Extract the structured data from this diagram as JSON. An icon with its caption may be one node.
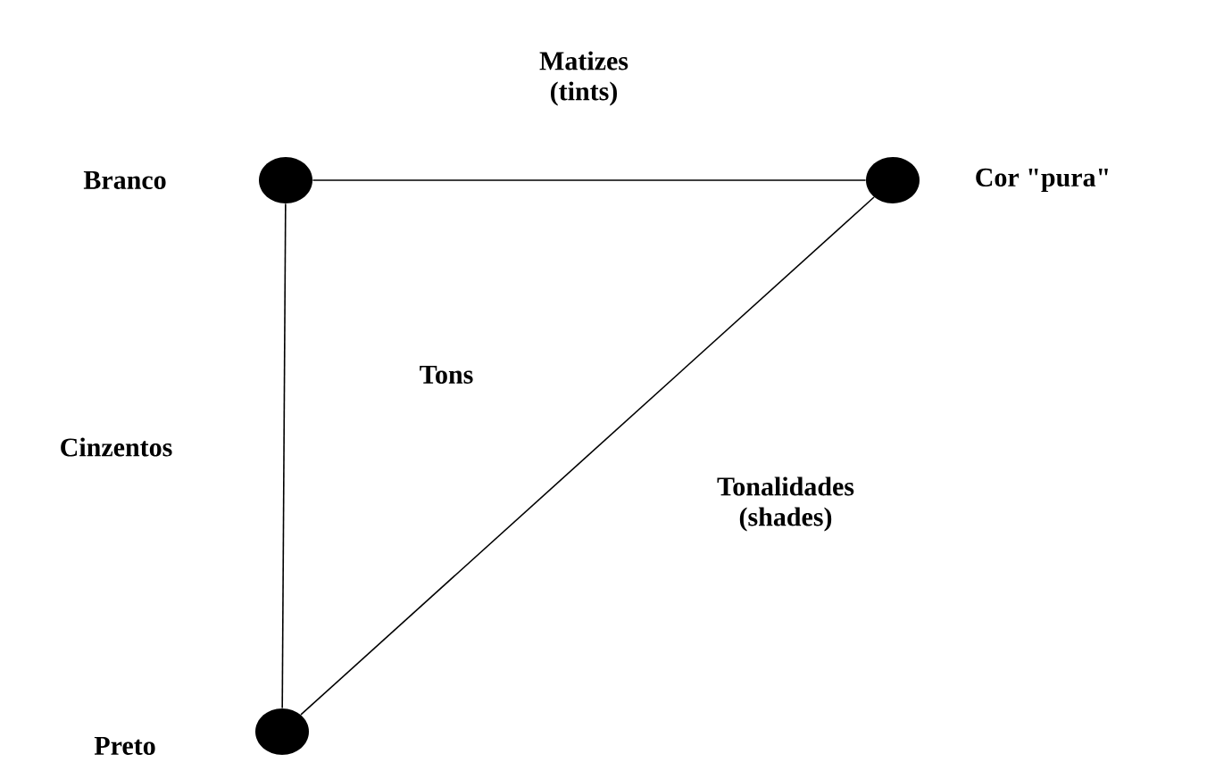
{
  "diagram": {
    "nodes": [
      {
        "text": [],
        "shape": "circle",
        "beside": [
          "Branco"
        ]
      },
      {
        "text": [],
        "shape": "circle",
        "beside": [
          "Cor \"pura\""
        ]
      },
      {
        "text": [],
        "shape": "circle",
        "beside": [
          "Preto"
        ]
      }
    ],
    "edges": [
      {
        "from": 0,
        "to": 1,
        "arrow": "none",
        "label": "Matizes (tints)"
      },
      {
        "from": 0,
        "to": 2,
        "arrow": "none",
        "label": "Cinzentos"
      },
      {
        "from": 1,
        "to": 2,
        "arrow": "none",
        "label": "Tonalidades (shades)"
      }
    ],
    "labels": [
      "Tons"
    ]
  }
}
